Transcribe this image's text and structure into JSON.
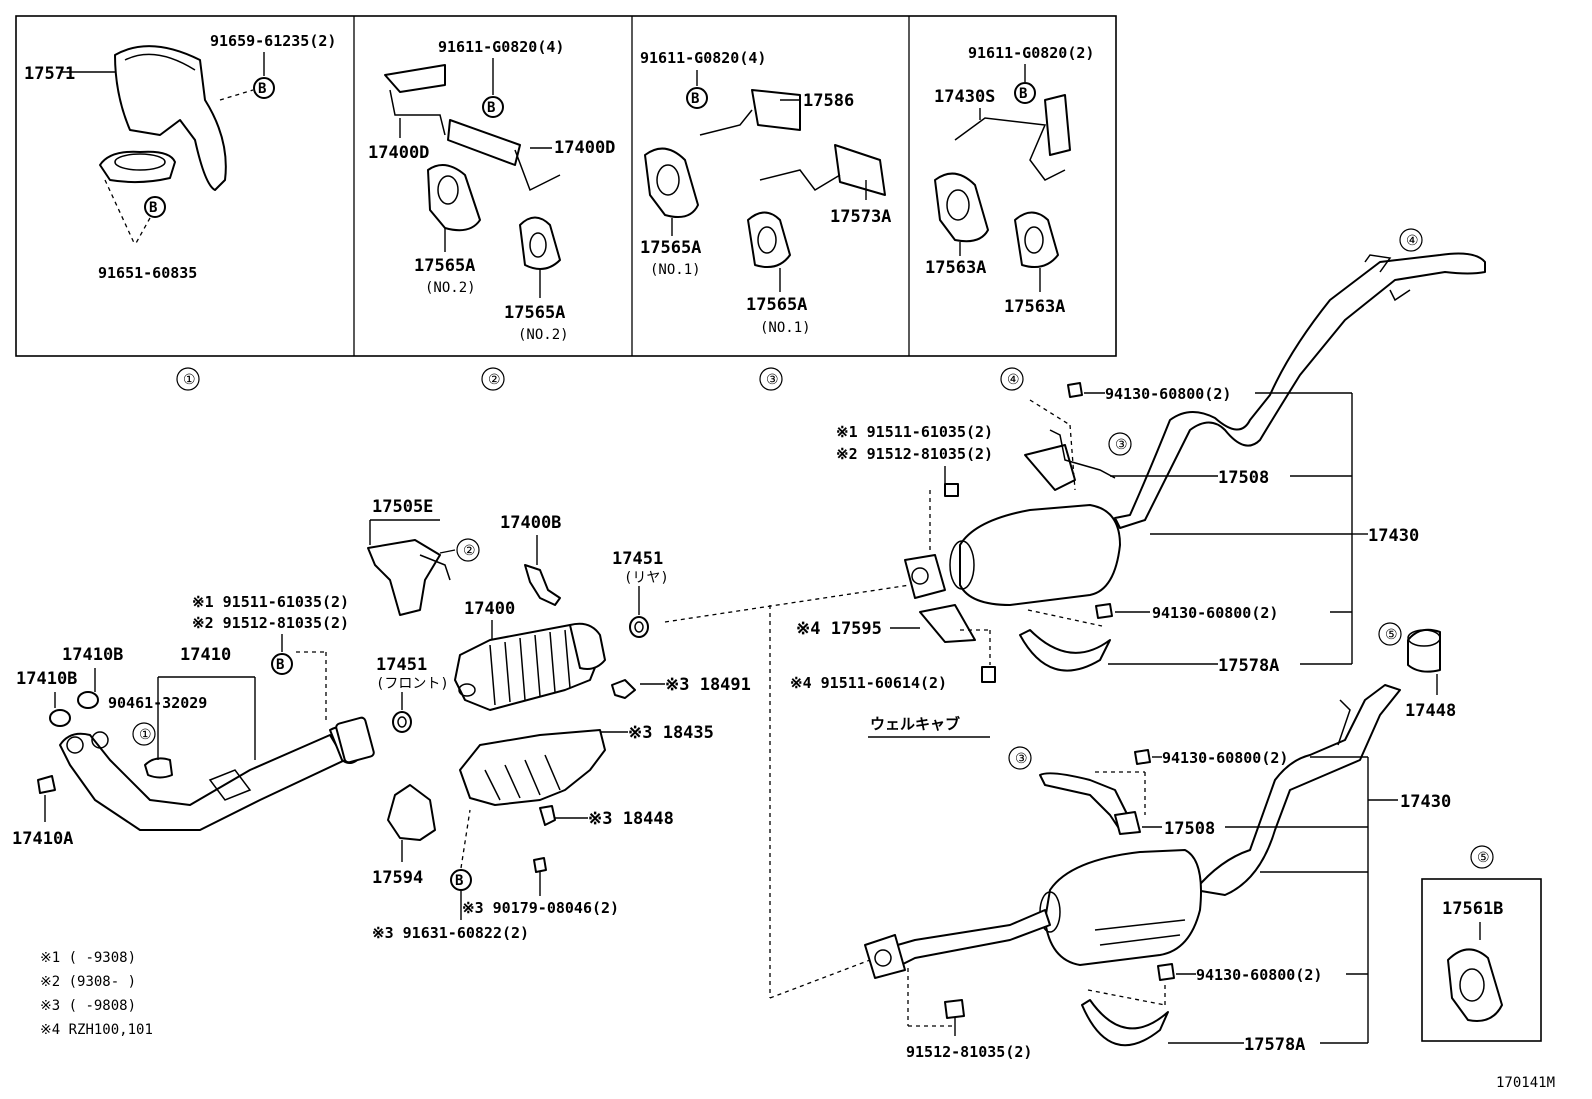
{
  "diagram_code": "170141M",
  "insets": [
    {
      "number": "①",
      "labels": [
        "17571",
        "91659-61235(2)",
        "91651-60835"
      ]
    },
    {
      "number": "②",
      "labels": [
        "91611-G0820(4)",
        "17400D",
        "17400D",
        "17565A",
        "(NO.2)",
        "17565A",
        "(NO.2)"
      ]
    },
    {
      "number": "③",
      "labels": [
        "91611-G0820(4)",
        "17586",
        "17573A",
        "17565A",
        "(NO.1)",
        "17565A",
        "(NO.1)"
      ]
    },
    {
      "number": "④",
      "labels": [
        "91611-G0820(2)",
        "17430S",
        "17563A",
        "17563A"
      ]
    }
  ],
  "bolt_marker": "B",
  "main_labels": {
    "p17505E": "17505E",
    "p17400B": "17400B",
    "p17451_rear": "17451",
    "p17451_rear_sub": "(リヤ)",
    "p17451_front": "17451",
    "p17451_front_sub": "(フロント)",
    "p17400": "17400",
    "p18491": "※3 18491",
    "p18435": "※3 18435",
    "p18448": "※3 18448",
    "p17594": "17594",
    "p90179": "※3 90179-08046(2)",
    "p91631": "※3 91631-60822(2)",
    "p91511a": "※1 91511-61035(2)",
    "p91512a": "※2 91512-81035(2)",
    "p17410B_1": "17410B",
    "p17410B_2": "17410B",
    "p17410": "17410",
    "p90461": "90461-32029",
    "p17410A": "17410A",
    "p91511b": "※1 91511-61035(2)",
    "p91512b": "※2 91512-81035(2)",
    "p17595": "※4 17595",
    "p91511c": "※4 91511-60614(2)",
    "wellcab": "ウェルキャブ",
    "p94130a": "94130-60800(2)",
    "p17508a": "17508",
    "p17430a": "17430",
    "p94130b": "94130-60800(2)",
    "p17578Aa": "17578A",
    "p17448": "17448",
    "p94130c": "94130-60800(2)",
    "p17430b": "17430",
    "p17508b": "17508",
    "p94130d": "94130-60800(2)",
    "p17578Ab": "17578A",
    "p91512c": "91512-81035(2)",
    "p17561B": "17561B"
  },
  "callouts": {
    "c1": "①",
    "c2": "②",
    "c3": "③",
    "c4": "④",
    "c5": "⑤"
  },
  "notes": [
    "※1 (    -9308)",
    "※2 (9308-    )",
    "※3 (    -9808)",
    "※4 RZH100,101"
  ]
}
